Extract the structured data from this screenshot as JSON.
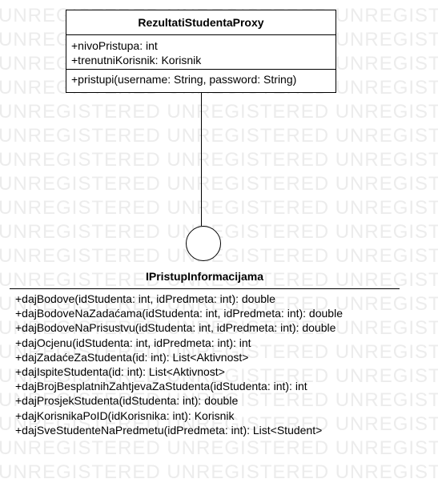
{
  "watermark": "UNREGISTERED UNREGISTERED UNREGISTERED UNREGISTERED",
  "proxy_class": {
    "name": "RezultatiStudentaProxy",
    "attributes": [
      "+nivoPristupa: int",
      "+trenutniKorisnik: Korisnik"
    ],
    "operations": [
      "+pristupi(username: String, password: String)"
    ]
  },
  "interface": {
    "name": "IPristupInformacijama",
    "operations": [
      "+dajBodove(idStudenta: int, idPredmeta: int): double",
      "+dajBodoveNaZadaćama(idStudenta: int, idPredmeta: int): double",
      "+dajBodoveNaPrisustvu(idStudenta: int, idPredmeta: int): double",
      "+dajOcjenu(idStudenta: int, idPredmeta: int): int",
      "+dajZadaćeZaStudenta(id: int): List<Aktivnost>",
      "+dajIspiteStudenta(id: int): List<Aktivnost>",
      "+dajBrojBesplatnihZahtjevaZaStudenta(idStudenta: int): int",
      "+dajProsjekStudenta(idStudenta: int): double",
      "+dajKorisnikaPoID(idKorisnika: int): Korisnik",
      "+dajSveStudenteNaPredmetu(idPredmeta: int): List<Student>"
    ]
  }
}
